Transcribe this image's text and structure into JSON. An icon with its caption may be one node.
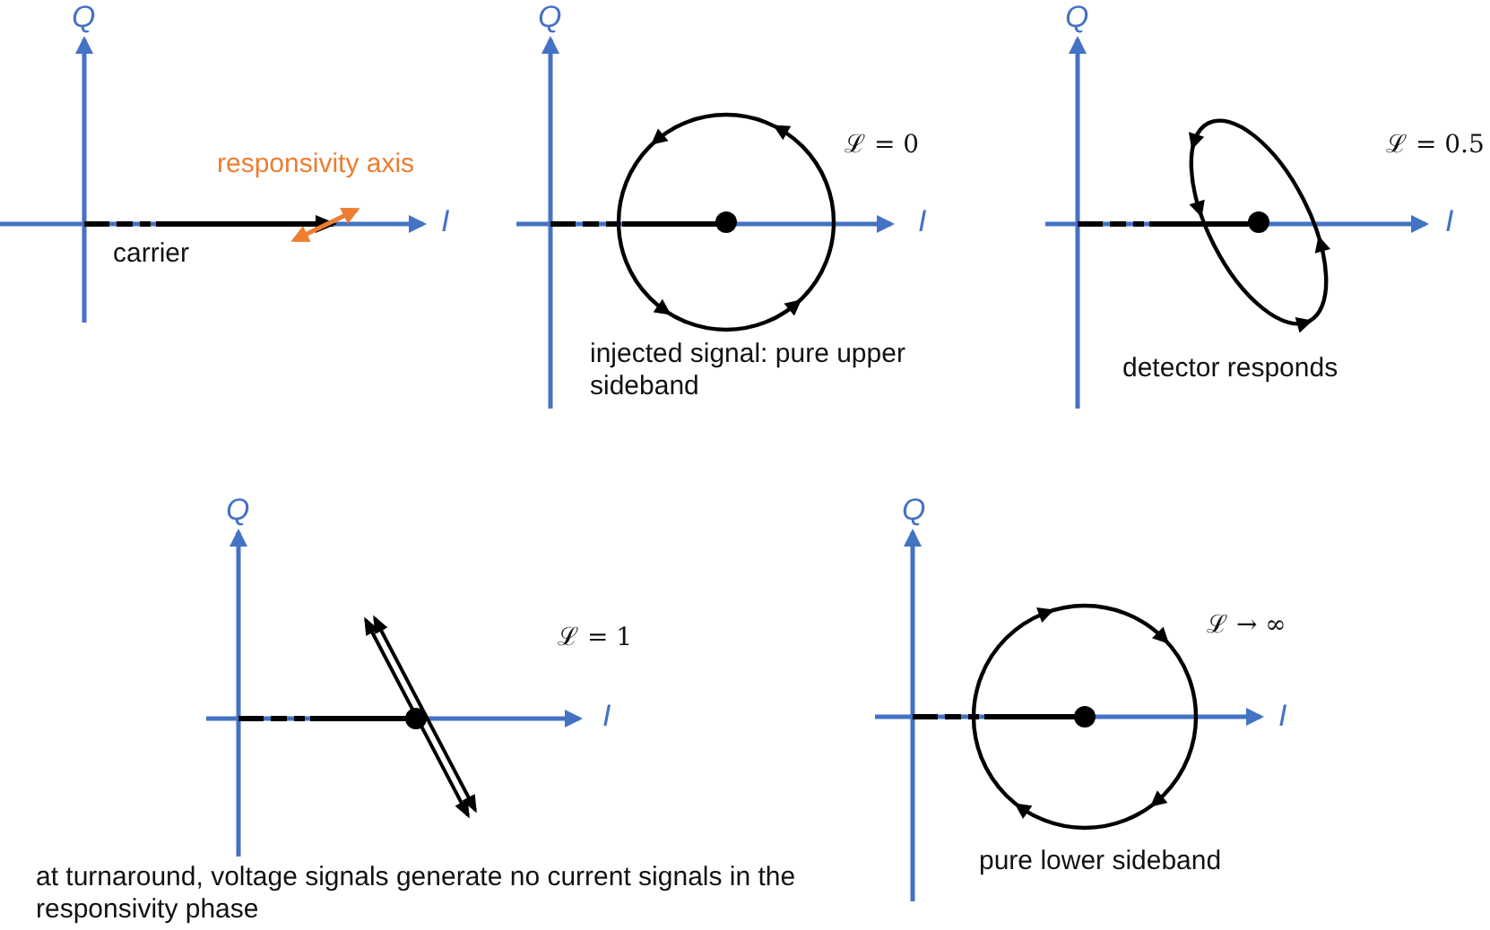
{
  "diagram": {
    "labels": [
      "Q",
      "responsivity axis",
      "I",
      "carrier",
      "Q",
      "ℒ = 0",
      "I",
      "injected signal: pure upper sideband",
      "Q",
      "ℒ = 0.5",
      "I",
      "detector responds",
      "Q",
      "ℒ = 1",
      "I",
      "at turnaround, voltage signals generate no current signals in the responsivity phase",
      "Q",
      "ℒ → ∞",
      "I",
      "pure lower sideband"
    ]
  }
}
